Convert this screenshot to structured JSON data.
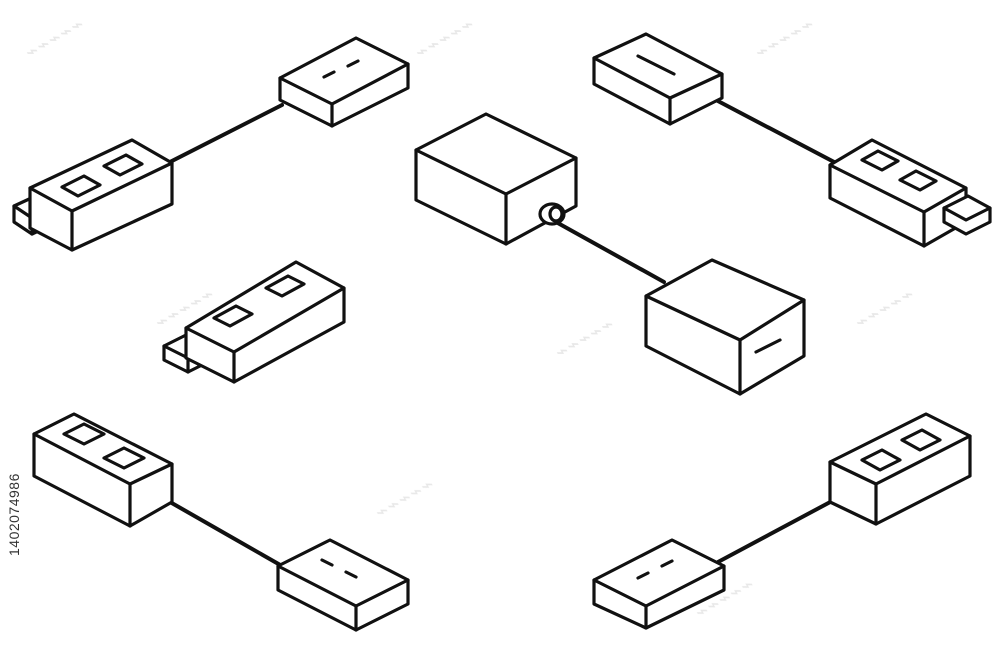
{
  "image": {
    "background": "#ffffff",
    "line_color": "#111111",
    "stock_id_text": "1402074986",
    "watermark_text": "Adobe Stock"
  },
  "elements": [
    {
      "kind": "usb-a-plug",
      "label": "usb-plug-top-left"
    },
    {
      "kind": "usb-plug-end",
      "label": "usb-connector-top-left"
    },
    {
      "kind": "power-adapter",
      "label": "charger-center"
    },
    {
      "kind": "usb-a-plug",
      "label": "usb-plug-top-right"
    },
    {
      "kind": "usb-a-plug",
      "label": "usb-plug-middle-left"
    },
    {
      "kind": "usb-a-plug",
      "label": "usb-plug-bottom-left"
    },
    {
      "kind": "usb-a-plug",
      "label": "usb-plug-bottom-right"
    }
  ]
}
